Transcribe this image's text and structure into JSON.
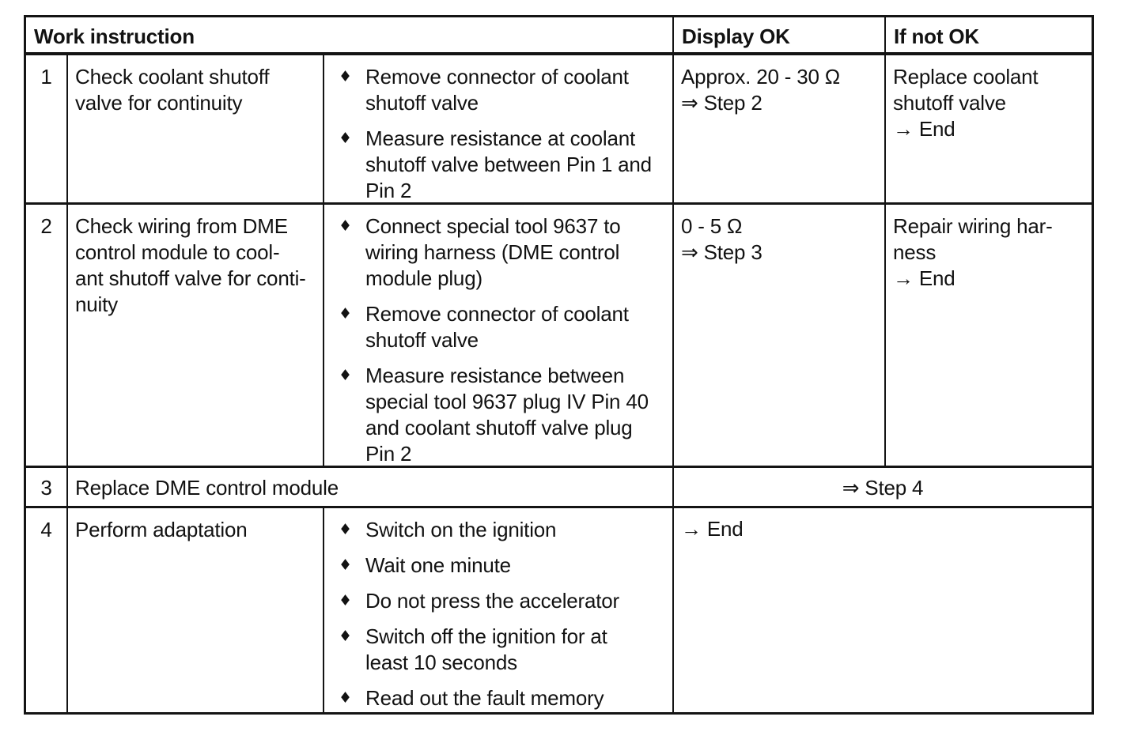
{
  "document": {
    "colors": {
      "ink": "#141414",
      "paper": "#ffffff"
    },
    "symbols": {
      "bullet": "♦"
    },
    "headers": {
      "work_instruction": "Work instruction",
      "display_ok": "Display OK",
      "if_not_ok": "If not OK"
    },
    "rows": [
      {
        "step": "1",
        "instruction": "Check coolant shutoff\nvalve for continuity",
        "actions": [
          "Remove connector of coolant\nshutoff valve",
          "Measure resistance at coolant\nshutoff valve between Pin 1 and\nPin 2"
        ],
        "display_ok": "Approx. 20 - 30 Ω\n⇒ Step 2",
        "if_not_ok": "Replace coolant\nshutoff valve\n→ End"
      },
      {
        "step": "2",
        "instruction": "Check wiring from DME\ncontrol module to cool-\nant shutoff valve for conti-\nnuity",
        "actions": [
          "Connect special tool 9637 to\nwiring harness (DME control\nmodule plug)",
          "Remove connector of coolant\nshutoff valve",
          "Measure resistance between\nspecial tool 9637 plug IV Pin 40\nand coolant shutoff valve plug\nPin 2"
        ],
        "display_ok": "0 - 5 Ω\n⇒ Step 3",
        "if_not_ok": "Repair wiring har-\nness\n→ End"
      },
      {
        "step": "3",
        "instruction": "Replace DME control module",
        "result": "⇒ Step 4"
      },
      {
        "step": "4",
        "instruction": "Perform adaptation",
        "actions": [
          "Switch on the ignition",
          "Wait one minute",
          "Do not press the accelerator",
          "Switch off the ignition for at\nleast 10 seconds",
          "Read out the fault memory"
        ],
        "result": "→ End"
      }
    ]
  }
}
